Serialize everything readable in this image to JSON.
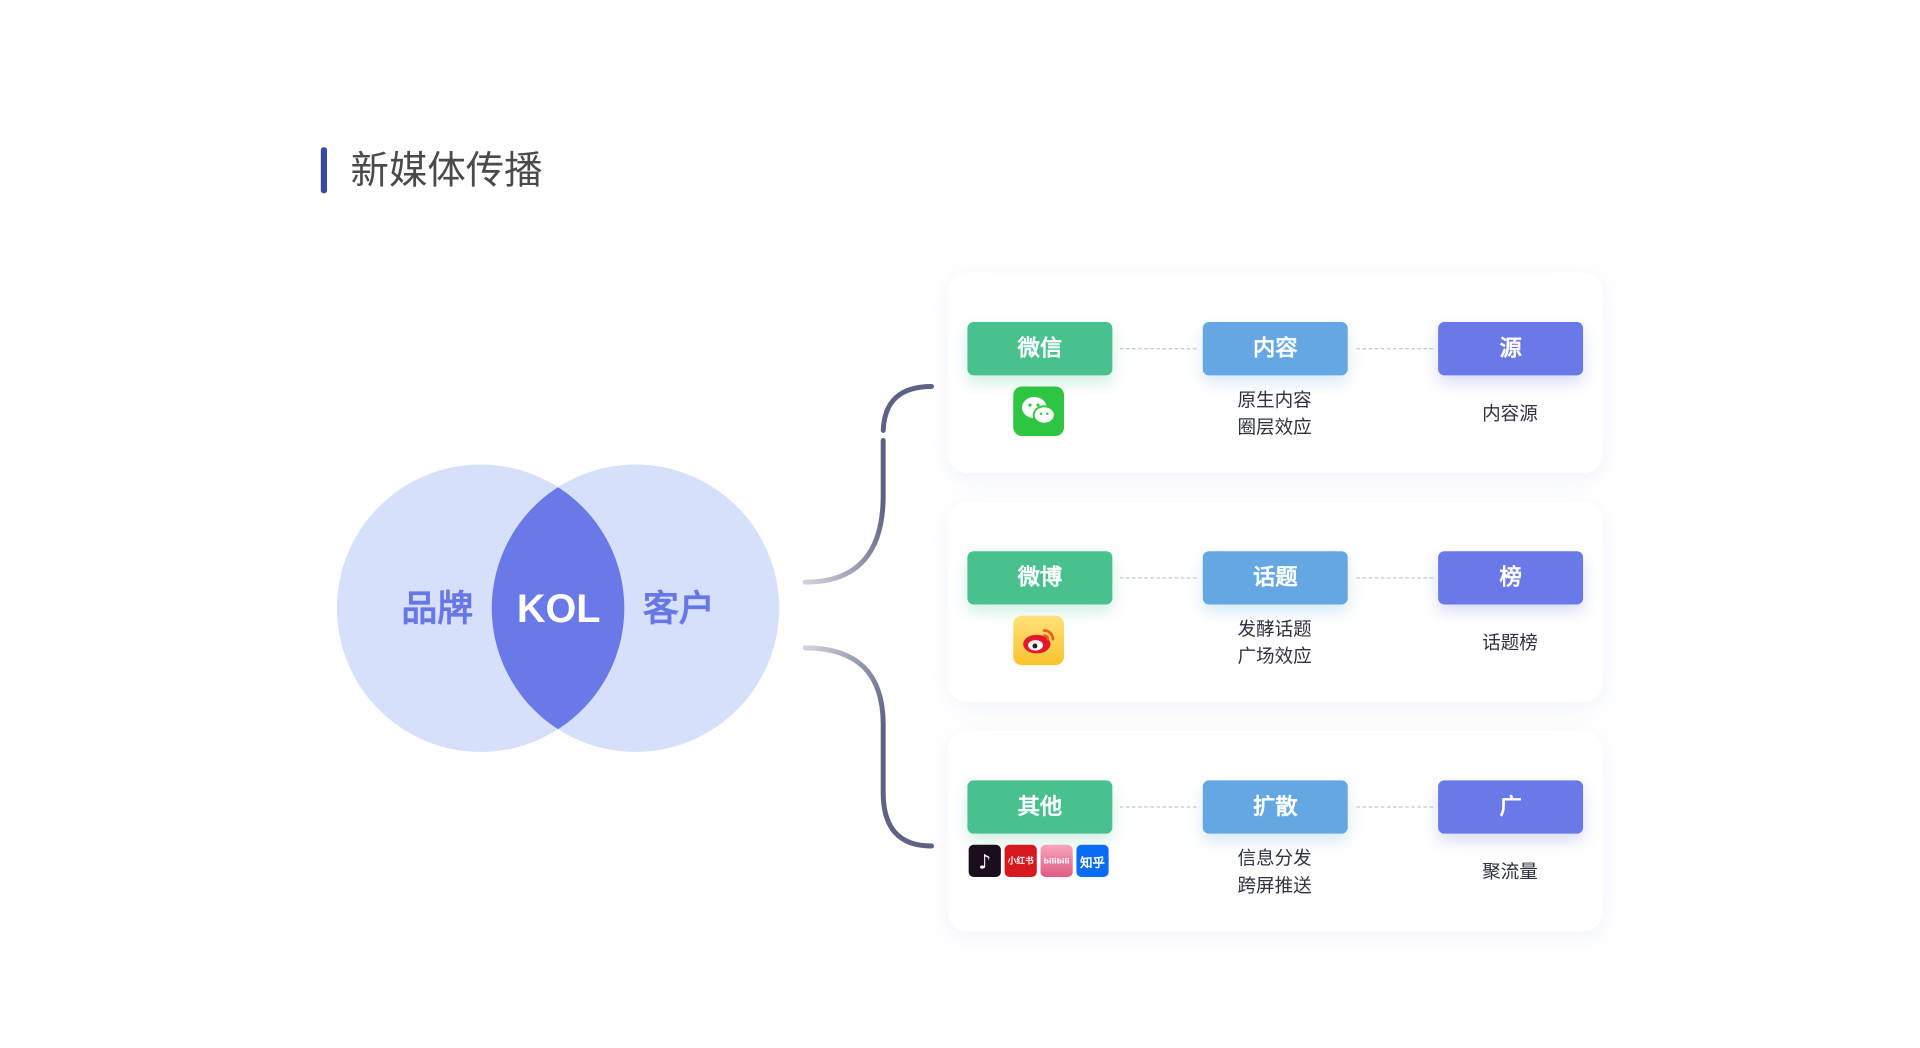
{
  "title": "新媒体传播",
  "venn": {
    "left": "品牌",
    "center": "KOL",
    "right": "客户"
  },
  "colors": {
    "green": "#49c18e",
    "blue": "#65a7e3",
    "purple": "#6979e8",
    "circle": "#d6e0fb"
  },
  "rows": [
    {
      "platform": "微信",
      "stage": "内容",
      "result": "源",
      "desc": [
        "原生内容",
        "圈层效应"
      ],
      "result_desc": "内容源",
      "icons": [
        "wechat-icon"
      ]
    },
    {
      "platform": "微博",
      "stage": "话题",
      "result": "榜",
      "desc": [
        "发酵话题",
        "广场效应"
      ],
      "result_desc": "话题榜",
      "icons": [
        "weibo-icon"
      ]
    },
    {
      "platform": "其他",
      "stage": "扩散",
      "result": "广",
      "desc": [
        "信息分发",
        "跨屏推送"
      ],
      "result_desc": "聚流量",
      "icons": [
        "douyin-icon",
        "xiaohongshu-icon",
        "bilibili-icon",
        "zhihu-icon"
      ],
      "icon_labels": {
        "xiaohongshu": "小红书",
        "bilibili": "bilibili",
        "zhihu": "知乎"
      }
    }
  ]
}
